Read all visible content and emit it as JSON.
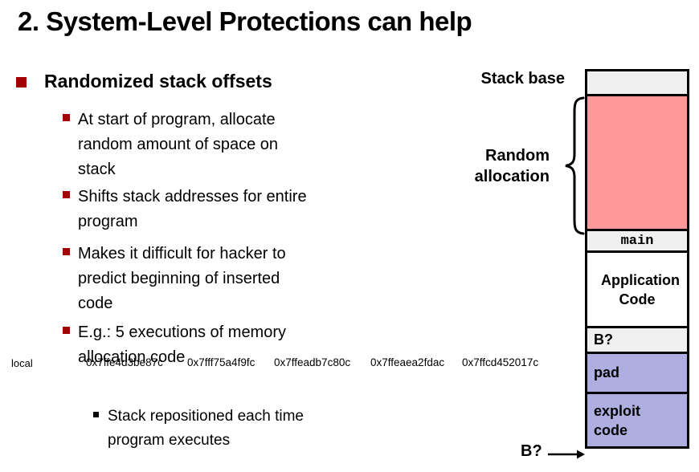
{
  "slide": {
    "title": "2. System-Level Protections can help",
    "heading": "Randomized stack offsets",
    "bullets": {
      "b1": [
        "At start of program, allocate",
        "random amount of space on",
        "stack"
      ],
      "b2": [
        "Shifts stack addresses for entire",
        "program"
      ],
      "b3": [
        "Makes it difficult for hacker to",
        "predict beginning of inserted",
        "code"
      ],
      "b4": [
        "E.g.: 5 executions of memory",
        "allocation code"
      ]
    },
    "sub_bullet": [
      "Stack repositioned each time",
      "program executes"
    ],
    "executions": {
      "label": "local",
      "addresses": [
        "0x7ffe4d3be87c",
        "0x7fff75a4f9fc",
        "0x7ffeadb7c80c",
        "0x7ffeaea2fdac",
        "0x7ffcd452017c"
      ]
    }
  },
  "diagram": {
    "stack_base_label": "Stack base",
    "random_allocation": [
      "Random",
      "allocation"
    ],
    "segments": {
      "main": "main",
      "application_code": "Application Code",
      "b_question": "B?",
      "pad": "pad",
      "exploit_code": "exploit code"
    },
    "b_pointer_label": "B?"
  },
  "colors": {
    "bullet_red": "#A00000",
    "random_fill": "#FF9999",
    "pad_fill": "#AEAEE0",
    "spacer_fill": "#F0F0F0",
    "border": "#000000"
  }
}
